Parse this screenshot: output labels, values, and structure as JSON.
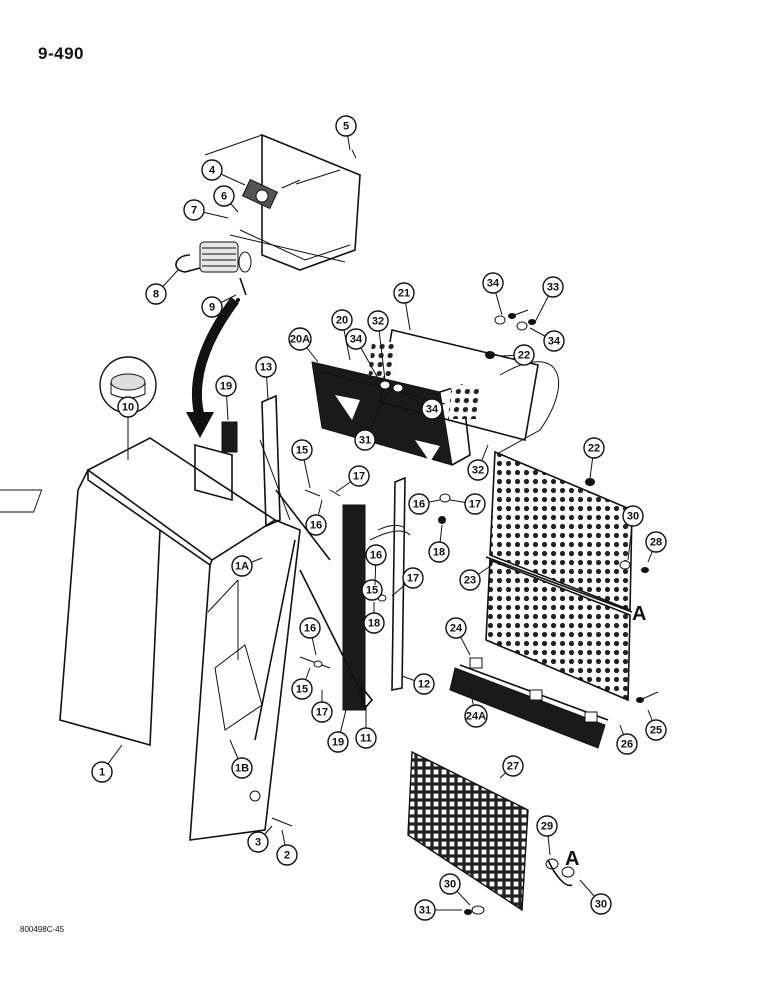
{
  "page_number": "9-490",
  "drawing_code": "800498C-45",
  "section_marks": [
    "A",
    "A"
  ],
  "callouts": [
    {
      "id": "c1",
      "label": "1"
    },
    {
      "id": "c1a",
      "label": "1A"
    },
    {
      "id": "c1b",
      "label": "1B"
    },
    {
      "id": "c2",
      "label": "2"
    },
    {
      "id": "c3",
      "label": "3"
    },
    {
      "id": "c4",
      "label": "4"
    },
    {
      "id": "c5",
      "label": "5"
    },
    {
      "id": "c6",
      "label": "6"
    },
    {
      "id": "c7",
      "label": "7"
    },
    {
      "id": "c8",
      "label": "8"
    },
    {
      "id": "c9",
      "label": "9"
    },
    {
      "id": "c10",
      "label": "10"
    },
    {
      "id": "c11",
      "label": "11"
    },
    {
      "id": "c12",
      "label": "12"
    },
    {
      "id": "c13",
      "label": "13"
    },
    {
      "id": "c15a",
      "label": "15"
    },
    {
      "id": "c15b",
      "label": "15"
    },
    {
      "id": "c15c",
      "label": "15"
    },
    {
      "id": "c16a",
      "label": "16"
    },
    {
      "id": "c16b",
      "label": "16"
    },
    {
      "id": "c16c",
      "label": "16"
    },
    {
      "id": "c16d",
      "label": "16"
    },
    {
      "id": "c17a",
      "label": "17"
    },
    {
      "id": "c17b",
      "label": "17"
    },
    {
      "id": "c17c",
      "label": "17"
    },
    {
      "id": "c17d",
      "label": "17"
    },
    {
      "id": "c18a",
      "label": "18"
    },
    {
      "id": "c18b",
      "label": "18"
    },
    {
      "id": "c19a",
      "label": "19"
    },
    {
      "id": "c19b",
      "label": "19"
    },
    {
      "id": "c20",
      "label": "20"
    },
    {
      "id": "c20a",
      "label": "20A"
    },
    {
      "id": "c21",
      "label": "21"
    },
    {
      "id": "c22a",
      "label": "22"
    },
    {
      "id": "c22b",
      "label": "22"
    },
    {
      "id": "c23",
      "label": "23"
    },
    {
      "id": "c24",
      "label": "24"
    },
    {
      "id": "c24a",
      "label": "24A"
    },
    {
      "id": "c25",
      "label": "25"
    },
    {
      "id": "c26",
      "label": "26"
    },
    {
      "id": "c27",
      "label": "27"
    },
    {
      "id": "c28",
      "label": "28"
    },
    {
      "id": "c29",
      "label": "29"
    },
    {
      "id": "c30a",
      "label": "30"
    },
    {
      "id": "c30b",
      "label": "30"
    },
    {
      "id": "c30c",
      "label": "30"
    },
    {
      "id": "c31a",
      "label": "31"
    },
    {
      "id": "c31b",
      "label": "31"
    },
    {
      "id": "c32a",
      "label": "32"
    },
    {
      "id": "c32b",
      "label": "32"
    },
    {
      "id": "c33",
      "label": "33"
    },
    {
      "id": "c34a",
      "label": "34"
    },
    {
      "id": "c34b",
      "label": "34"
    },
    {
      "id": "c34c",
      "label": "34"
    },
    {
      "id": "c34d",
      "label": "34"
    }
  ]
}
